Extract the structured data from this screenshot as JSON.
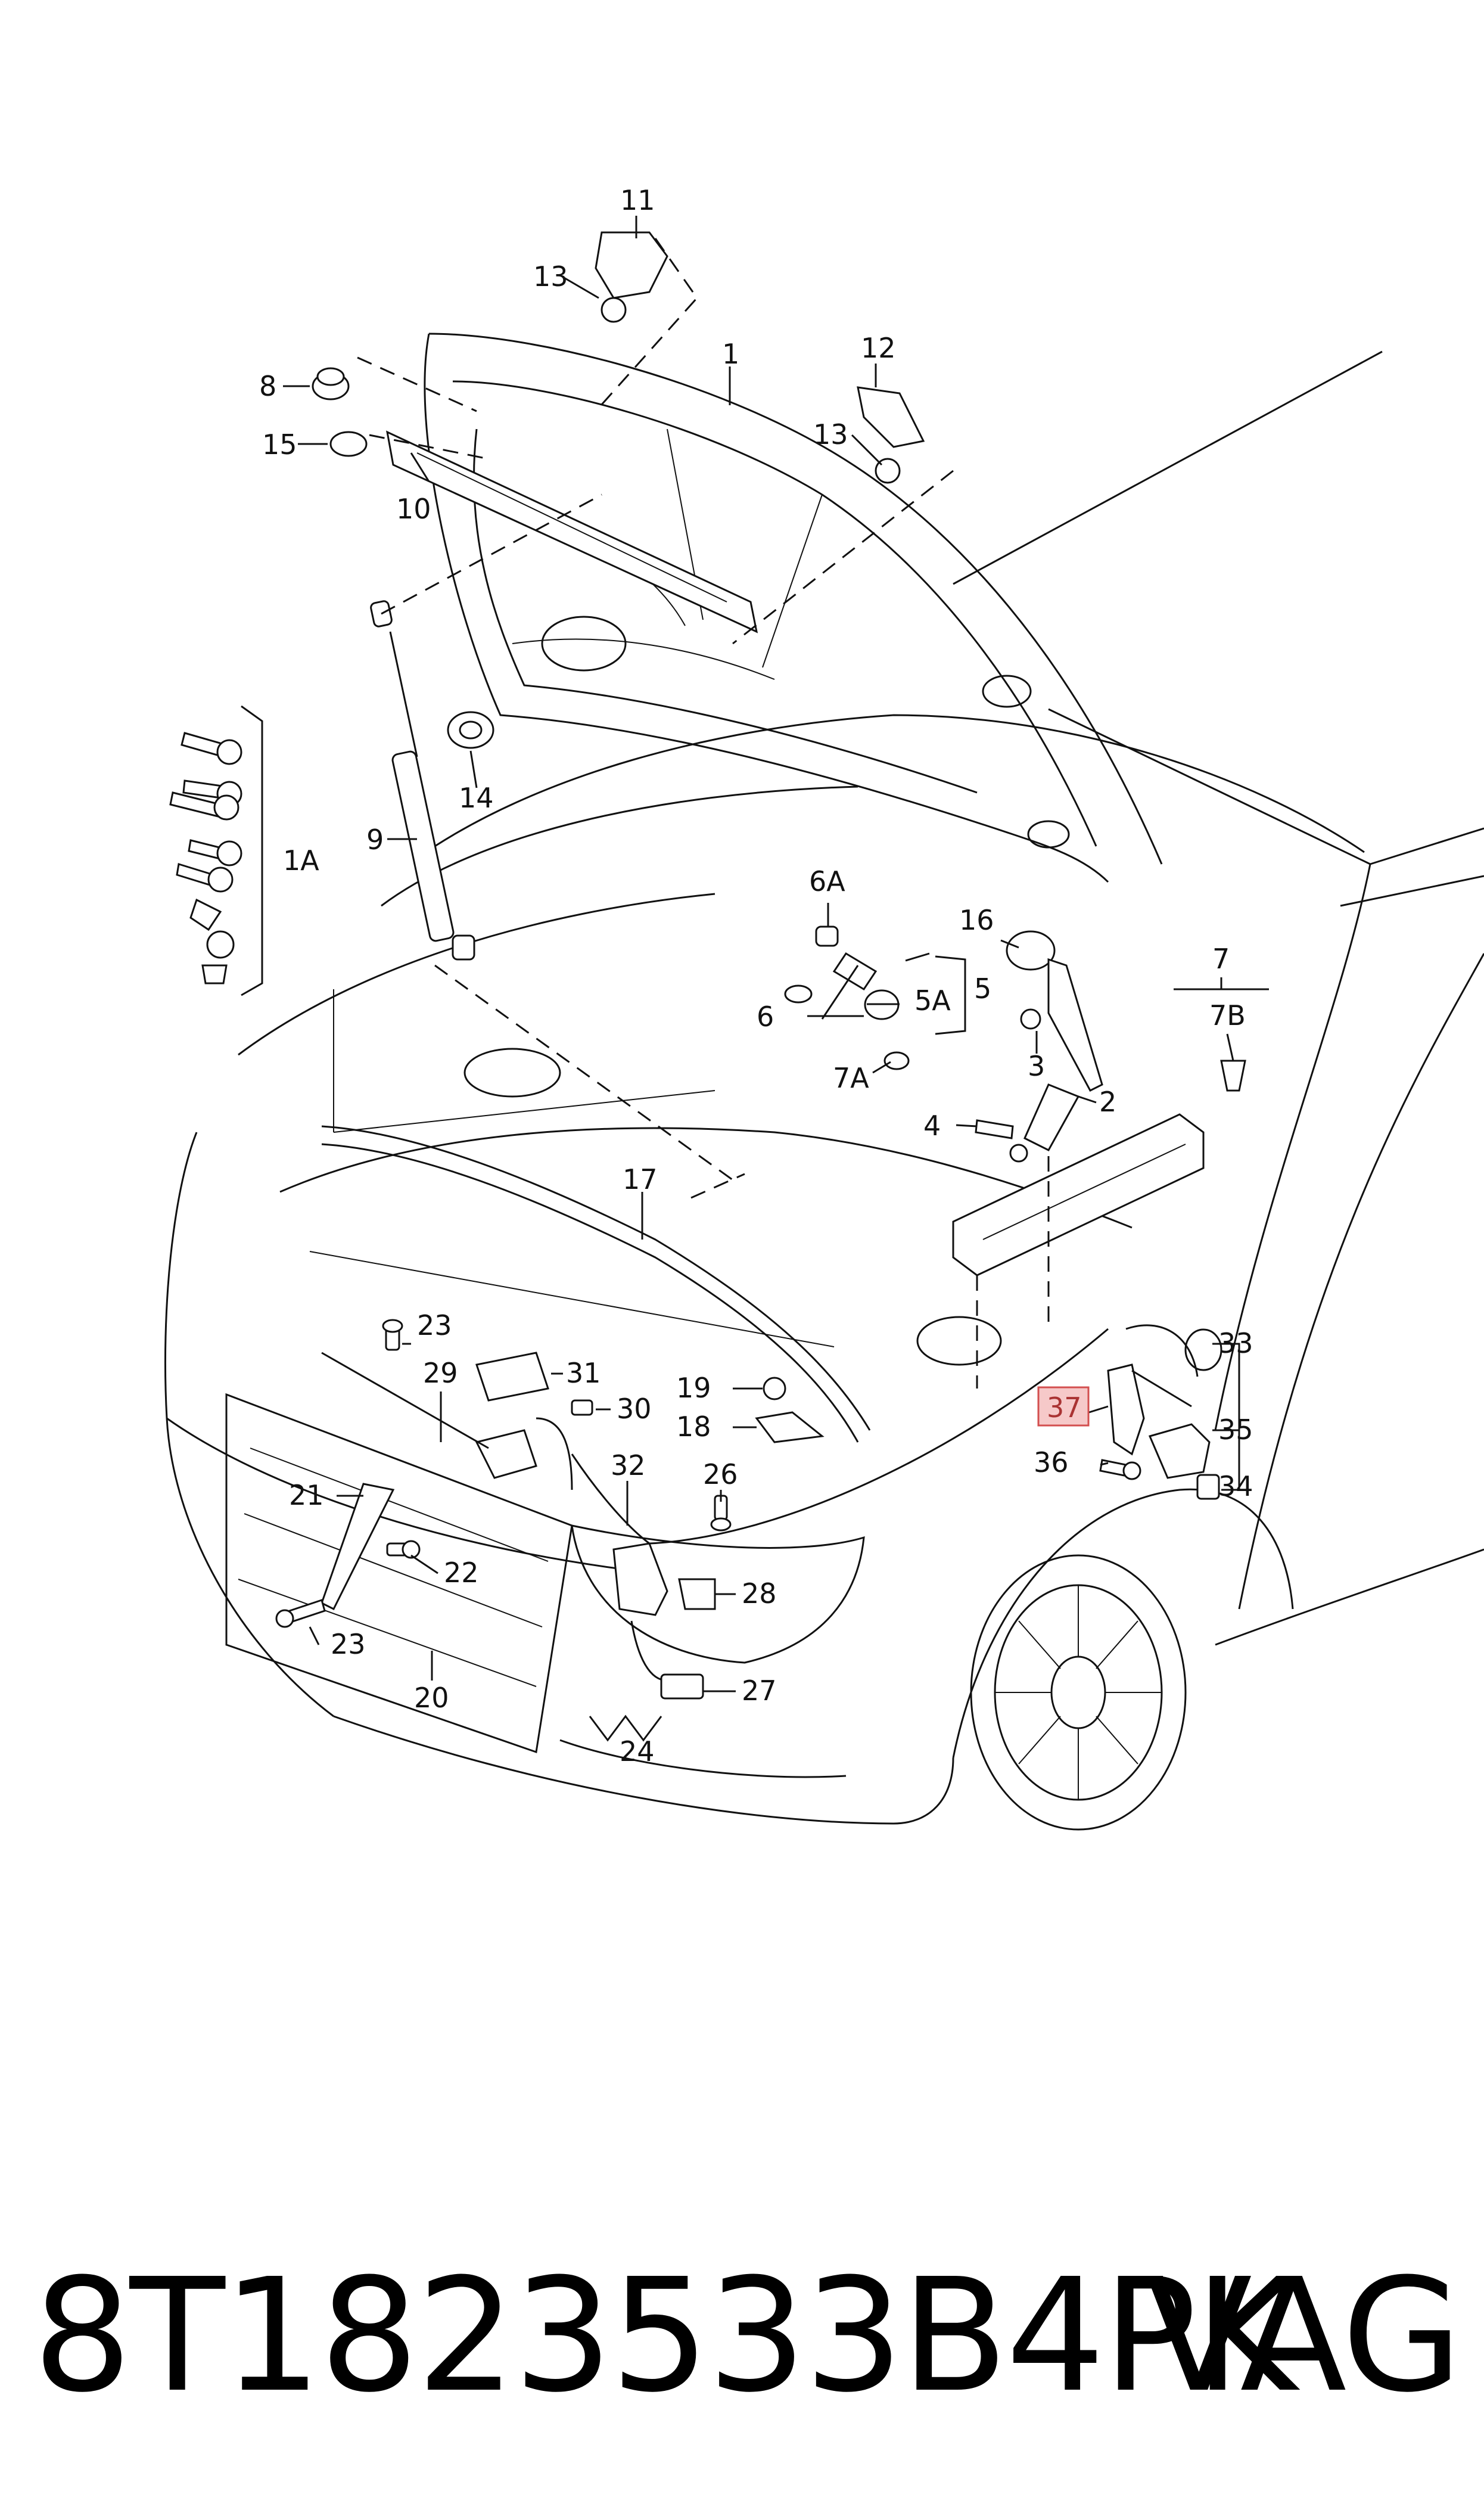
{
  "diagram": {
    "callouts": {
      "c1": "1",
      "c1A": "1A",
      "c2": "2",
      "c3": "3",
      "c4": "4",
      "c5": "5",
      "c5A": "5A",
      "c6": "6",
      "c6A": "6A",
      "c7": "7",
      "c7A": "7A",
      "c7B": "7B",
      "c8": "8",
      "c9": "9",
      "c10": "10",
      "c11": "11",
      "c12": "12",
      "c13a": "13",
      "c13b": "13",
      "c14": "14",
      "c15": "15",
      "c16": "16",
      "c17": "17",
      "c18": "18",
      "c19": "19",
      "c20": "20",
      "c21": "21",
      "c22": "22",
      "c23a": "23",
      "c23b": "23",
      "c24": "24",
      "c26": "26",
      "c27": "27",
      "c28": "28",
      "c29": "29",
      "c30": "30",
      "c31": "31",
      "c32": "32",
      "c33": "33",
      "c34": "34",
      "c35": "35",
      "c36": "36",
      "c37": "37"
    },
    "highlighted_part": "37",
    "highlight_color": "#f6c9c9",
    "highlight_border_color": "#d34f4f"
  },
  "footer": {
    "part_number": "8T1823533B4PK",
    "brand": "VAG"
  }
}
